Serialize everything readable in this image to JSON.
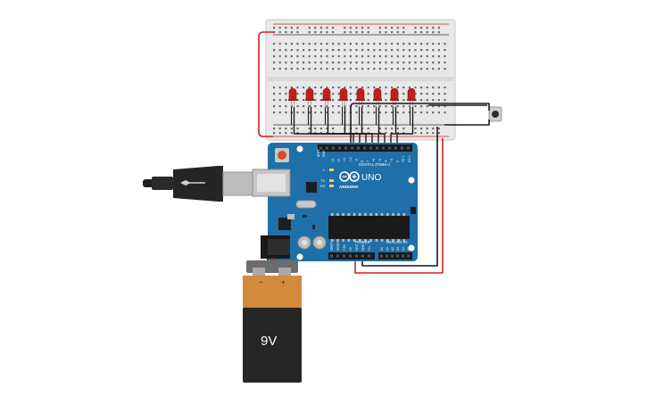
{
  "arduino": {
    "brand": "ARDUINO",
    "model": "UNO",
    "digital_label": "DIGITAL (PWM~)",
    "power_label": "POWER",
    "analog_label": "ANALOG IN",
    "led_l": "L",
    "led_tx": "TX",
    "led_rx": "RX",
    "aref": "AREF",
    "gnd_top": "GND",
    "digital_pins": [
      "13",
      "12",
      "~11",
      "~10",
      "~9",
      "8",
      "7",
      "~6",
      "~5",
      "4",
      "~3",
      "2",
      "TX 1",
      "RX 0"
    ],
    "power_pins": [
      "IOREF",
      "RESET",
      "3.3V",
      "5V",
      "GND",
      "GND",
      "Vin"
    ],
    "analog_pins": [
      "A0",
      "A1",
      "A2",
      "A3",
      "A4",
      "A5"
    ]
  },
  "battery": {
    "label": "9V",
    "minus": "−",
    "plus": "+"
  },
  "breadboard": {
    "leds": 8,
    "columns": 30
  },
  "colors": {
    "board": "#1f6fa8",
    "board_dark": "#175a8a",
    "wire_red": "#d11f1f",
    "wire_black": "#1a1a1a",
    "led": "#c0201a",
    "battery_top": "#d28a3c",
    "battery_body": "#262626"
  }
}
